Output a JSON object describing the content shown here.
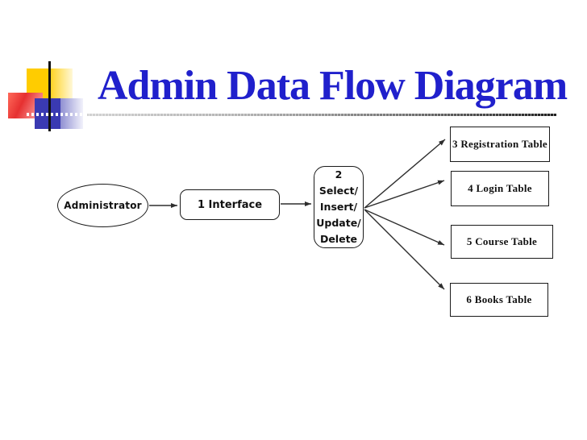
{
  "title": "Admin Data Flow Diagram",
  "diagram": {
    "actor": "Administrator",
    "interface": "1 Interface",
    "process": [
      "2",
      "Select/",
      "Insert/",
      "Update/",
      "Delete"
    ],
    "tables": [
      "3 Registration Table",
      "4 Login Table",
      "5 Course Table",
      "6 Books Table"
    ]
  },
  "colors": {
    "title": "#2020cc",
    "stroke": "#2e2e2e",
    "logo_yellow": "#ffcc00",
    "logo_blue": "#3a3ab2",
    "logo_red": "#e63030"
  }
}
